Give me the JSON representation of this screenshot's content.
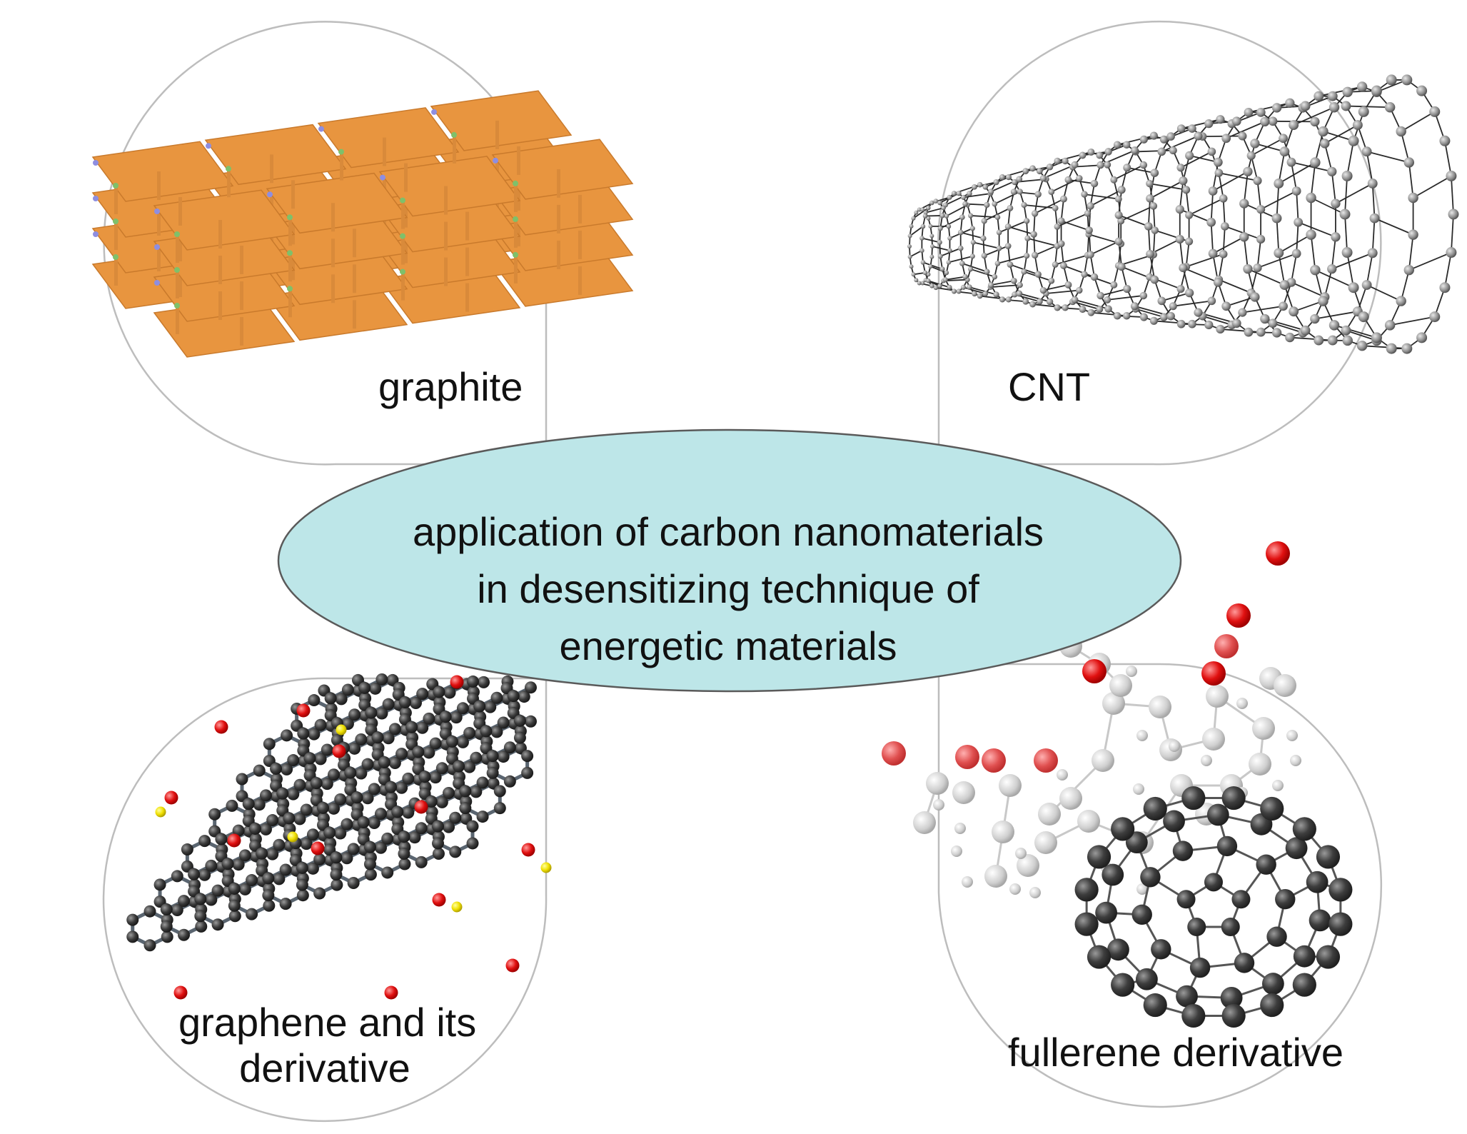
{
  "center": {
    "lines": [
      "application of carbon nanomaterials",
      "in desensitizing technique of",
      "energetic materials"
    ],
    "fill": "#bde6e8"
  },
  "panels": {
    "graphite": {
      "label": "graphite",
      "icon": "graphite-layers-icon"
    },
    "cnt": {
      "label": "CNT",
      "icon": "carbon-nanotube-icon"
    },
    "graphene": {
      "lines": [
        "graphene and its",
        "derivative"
      ],
      "icon": "graphene-sheet-icon"
    },
    "fullerene": {
      "label": "fullerene derivative",
      "icon": "fullerene-molecule-icon"
    }
  },
  "colors": {
    "outline": "#bdbdbd",
    "graphite_sheet": "#e8953f",
    "graphite_pillar": "#d98a3a",
    "carbon_atom": "#1a1a1a",
    "bond": "#5a6570",
    "oxygen_atom": "#e01010",
    "hydrogen_atom": "#f0e000",
    "fullerene_atom": "#3a3a3a",
    "substituent_atom": "#cccccc"
  }
}
